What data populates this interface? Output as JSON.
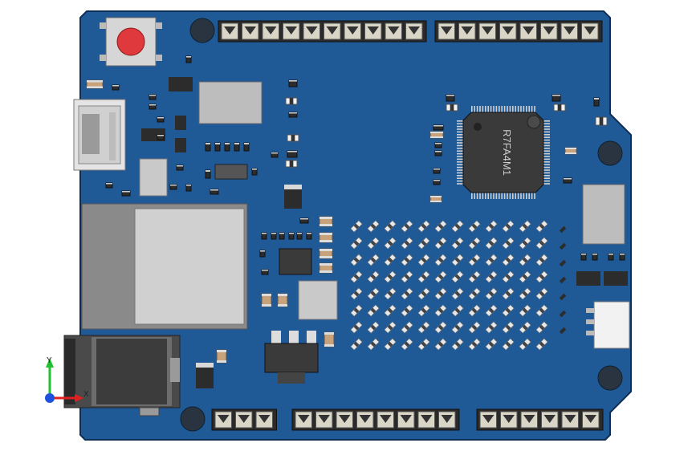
{
  "viewport": {
    "background": "#ffffff"
  },
  "board": {
    "color": "#1f5a96",
    "edge_color": "#0f2e55",
    "mcu_marking": "R7FA4M1"
  },
  "triad": {
    "x_label": "X",
    "y_label": "Y"
  },
  "colors": {
    "header": "#2a2a2a",
    "pin": "#d9d6c8",
    "chip": "#3a3a3a",
    "button_cap": "#e0393d",
    "smd_body": "#c8a27a",
    "module": "#c7c7c7",
    "axis_x": "#e02020",
    "axis_y": "#20c030",
    "axis_z": "#2050e0"
  }
}
